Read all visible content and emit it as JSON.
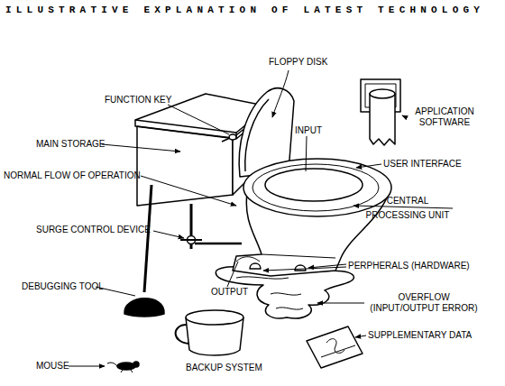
{
  "diagram": {
    "title": "ILLUSTRATIVE EXPLANATION OF LATEST TECHNOLOGY",
    "labels": [
      "FLOPPY DISK",
      "FUNCTION KEY",
      "APPLICATION SOFTWARE",
      "INPUT",
      "MAIN STORAGE",
      "USER INTERFACE",
      "NORMAL FLOW OF OPERATION",
      "CENTRAL PROCESSING UNIT",
      "SURGE CONTROL DEVICE",
      "PERPHERALS (HARDWARE)",
      "DEBUGGING TOOL",
      "OUTPUT",
      "OVERFLOW (INPUT/OUTPUT ERROR)",
      "SUPPLEMENTARY DATA",
      "MOUSE",
      "BACKUP SYSTEM"
    ]
  }
}
